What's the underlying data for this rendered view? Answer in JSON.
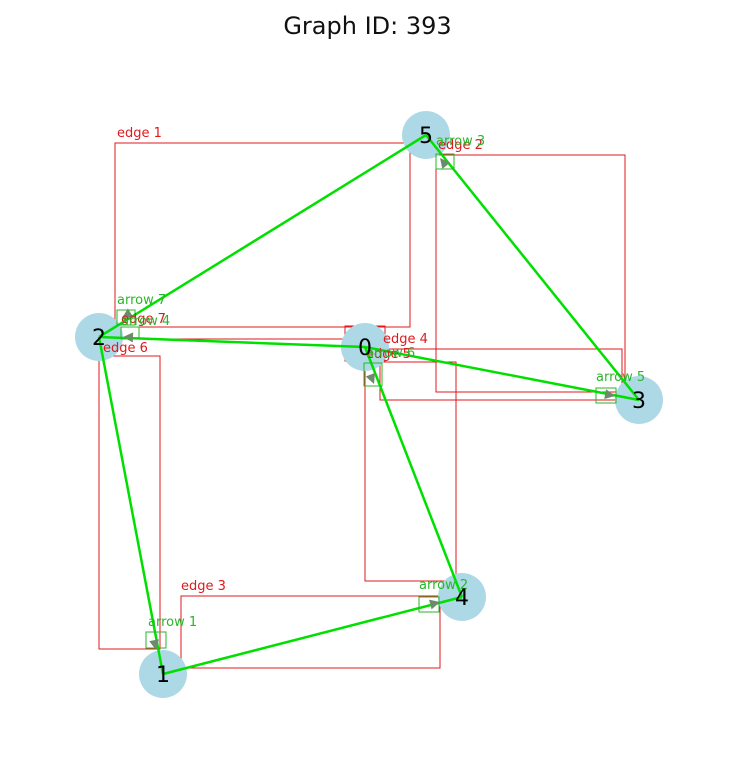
{
  "title": "Graph ID: 393",
  "colors": {
    "node_fill": "#add8e6",
    "edge": "#00e000",
    "edge_box": "#e0191e",
    "arrow_box": "#2ab52a",
    "arrowhead": "#6e8a6e"
  },
  "nodes": [
    {
      "id": "0",
      "label": "0"
    },
    {
      "id": "1",
      "label": "1"
    },
    {
      "id": "2",
      "label": "2"
    },
    {
      "id": "3",
      "label": "3"
    },
    {
      "id": "4",
      "label": "4"
    },
    {
      "id": "5",
      "label": "5"
    }
  ],
  "edges": [
    {
      "from": "1",
      "to": "4",
      "label": "edge 3",
      "arrow_label": "arrow 2"
    },
    {
      "from": "2",
      "to": "1",
      "label": "edge 6",
      "arrow_label": "arrow 1"
    },
    {
      "from": "5",
      "to": "2",
      "label": "edge 1",
      "arrow_label": "arrow 7"
    },
    {
      "from": "0",
      "to": "2",
      "label": "edge 7",
      "arrow_label": "arrow 4"
    },
    {
      "from": "0",
      "to": "3",
      "label": "edge 4",
      "arrow_label": "arrow 5"
    },
    {
      "from": "0",
      "to": "4",
      "label": "edge 5",
      "arrow_label": "arrow 6"
    },
    {
      "from": "3",
      "to": "5",
      "label": "edge 2",
      "arrow_label": "arrow 3"
    }
  ]
}
